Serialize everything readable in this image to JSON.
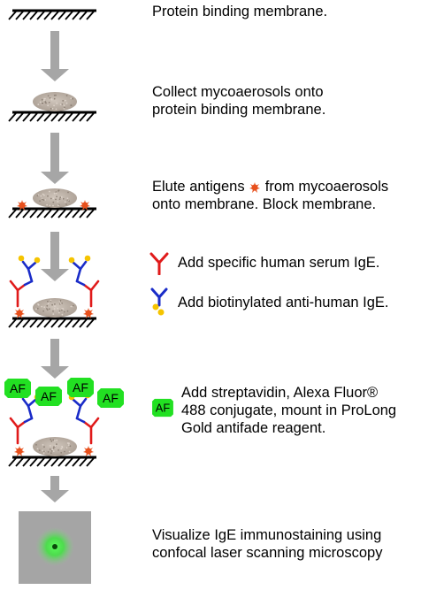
{
  "steps": [
    {
      "text": [
        "Protein binding membrane."
      ]
    },
    {
      "text": [
        "Collect mycoaerosols onto",
        "protein binding membrane."
      ]
    },
    {
      "text": [
        "Elute antigens",
        "from mycoaerosols",
        "onto membrane. Block membrane."
      ]
    },
    {
      "text": [
        "Add specific human serum IgE."
      ]
    },
    {
      "text": [
        "Add biotinylated anti-human IgE."
      ]
    },
    {
      "text": [
        "Add streptavidin, Alexa Fluor®",
        "488 conjugate, mount in ProLong",
        "Gold antifade reagent."
      ]
    },
    {
      "text": [
        "Visualize IgE immunostaining using",
        "confocal laser scanning microscopy"
      ]
    }
  ],
  "af_label": "AF",
  "colors": {
    "arrow": "#a6a6a6",
    "spore": "#bfb3a8",
    "antigen": "#e8501c",
    "primary_ige": "#e01a1a",
    "secondary_ige": "#1a2cc8",
    "biotin": "#f5c400",
    "af_box": "#22e022",
    "fluorescence": "#39ff39"
  },
  "icons": {
    "membrane": "hatched-membrane-icon",
    "arrow": "down-arrow-icon",
    "spore": "mycoaerosol-spore-icon",
    "antigen": "antigen-star-icon",
    "primary": "red-antibody-icon",
    "secondary": "blue-antibody-icon",
    "af": "alexa-fluor-icon"
  }
}
